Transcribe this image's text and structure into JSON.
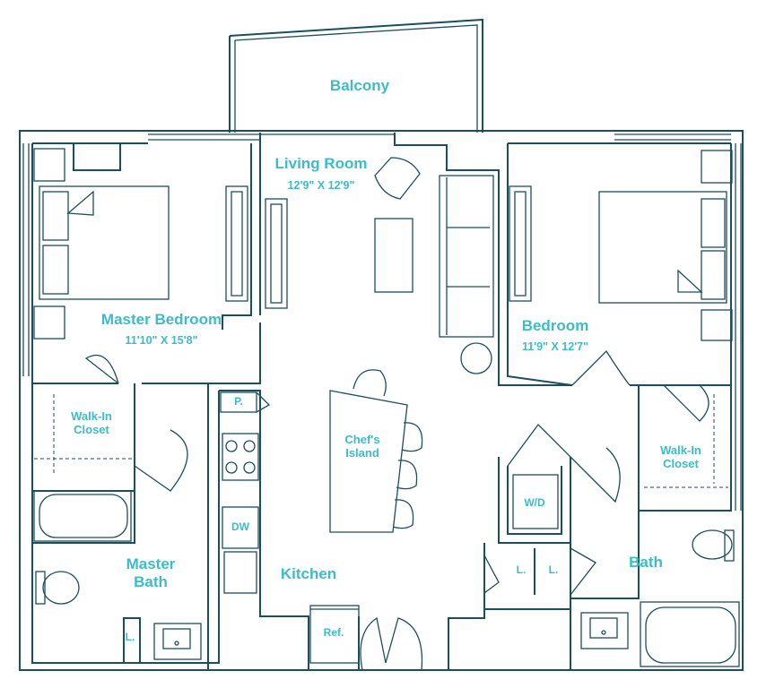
{
  "colors": {
    "wall": "#1b4e5e",
    "label": "#3dbcc8",
    "background": "#ffffff"
  },
  "rooms": {
    "balcony": {
      "name": "Balcony"
    },
    "living_room": {
      "name": "Living Room",
      "dimensions": "12'9\" X 12'9\""
    },
    "master_bedroom": {
      "name": "Master Bedroom",
      "dimensions": "11'10\" X 15'8\""
    },
    "bedroom": {
      "name": "Bedroom",
      "dimensions": "11'9\" X 12'7\""
    },
    "master_closet": {
      "name": "Walk-In\nCloset"
    },
    "bedroom_closet": {
      "name": "Walk-In\nCloset"
    },
    "chefs_island": {
      "name": "Chef's\nIsland"
    },
    "kitchen": {
      "name": "Kitchen"
    },
    "master_bath": {
      "name": "Master\nBath"
    },
    "bath": {
      "name": "Bath"
    }
  },
  "fixtures": {
    "pantry": "P.",
    "dishwasher": "DW",
    "washer_dryer": "W/D",
    "refrigerator": "Ref.",
    "linen_master_bath": "L.",
    "linen_hall_left": "L.",
    "linen_hall_right": "L."
  }
}
